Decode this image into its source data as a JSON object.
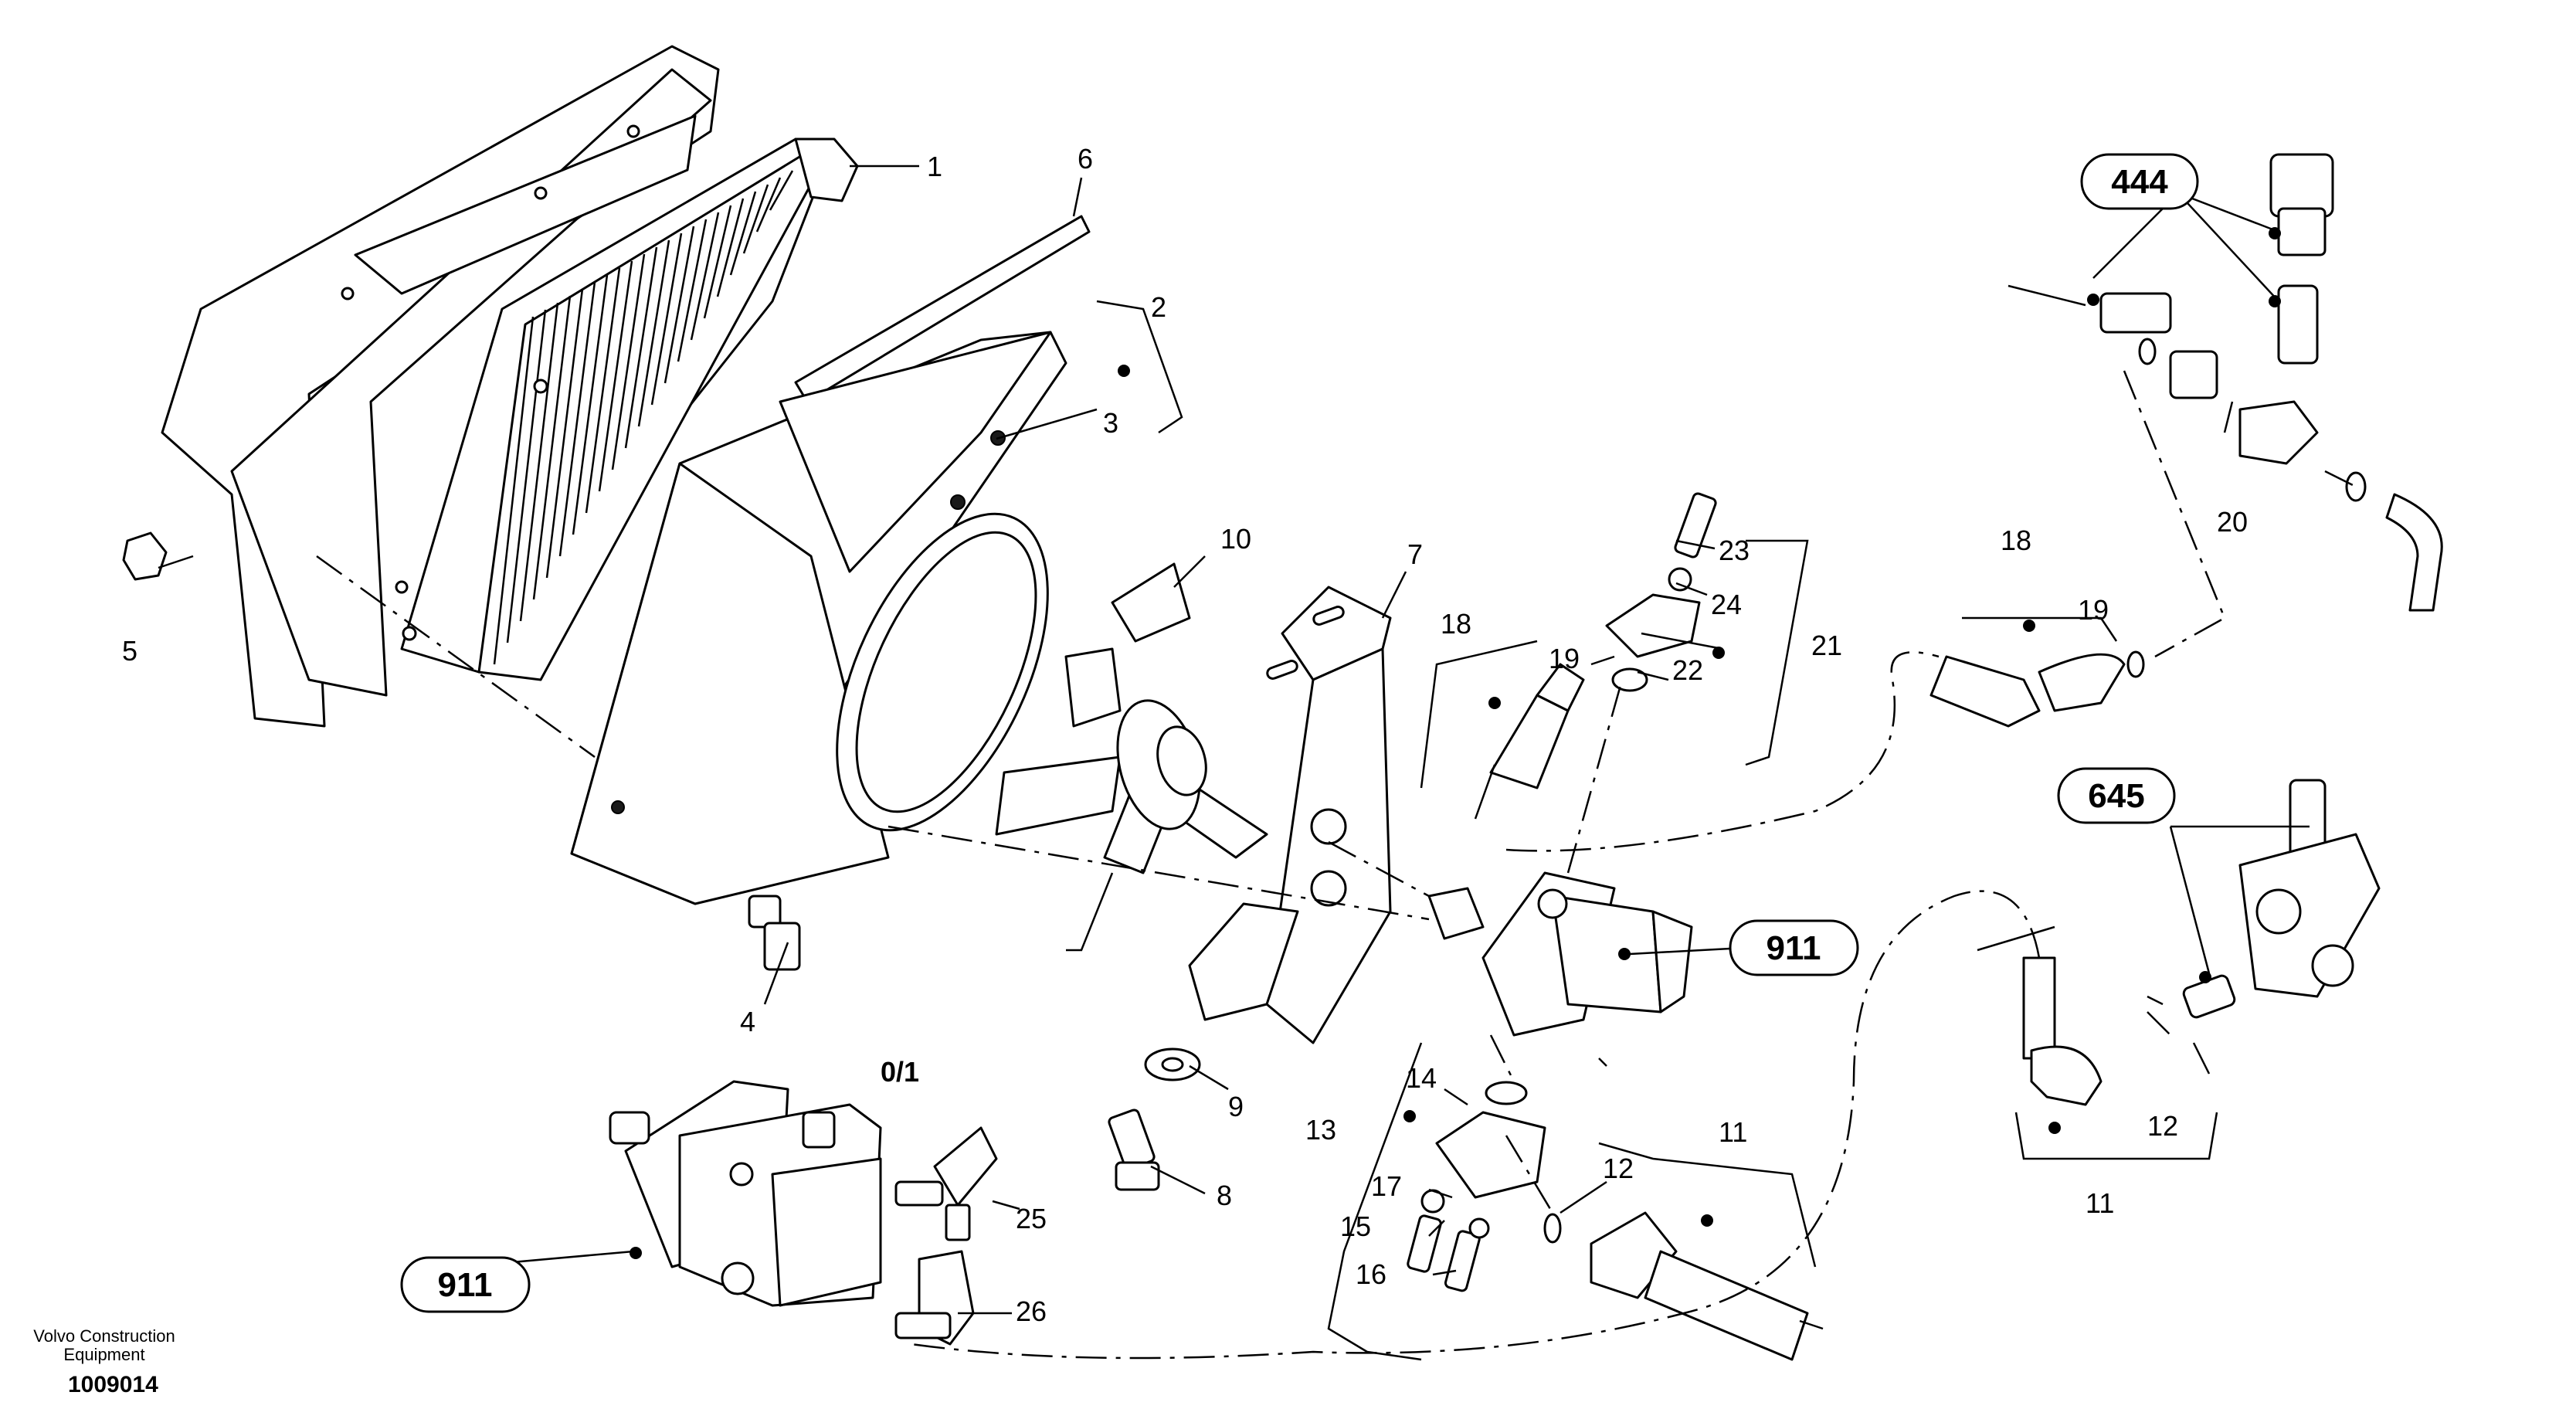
{
  "labels": {
    "p1": "1",
    "p2": "2",
    "p3": "3",
    "p4": "4",
    "p5": "5",
    "p6": "6",
    "p7": "7",
    "p8": "8",
    "p9": "9",
    "p10": "10",
    "p11a": "11",
    "p11b": "11",
    "p12a": "12",
    "p12b": "12",
    "p13": "13",
    "p14": "14",
    "p15": "15",
    "p16": "16",
    "p17": "17",
    "p18a": "18",
    "p18b": "18",
    "p19a": "19",
    "p19b": "19",
    "p20": "20",
    "p21": "21",
    "p22": "22",
    "p23": "23",
    "p24": "24",
    "p25": "25",
    "p26": "26"
  },
  "refs": {
    "r444": "444",
    "r645": "645",
    "r911a": "911",
    "r911b": "911"
  },
  "variant": "0/1",
  "footer": {
    "company_line1": "Volvo Construction",
    "company_line2": "Equipment",
    "drawing_id": "1009014"
  },
  "colors": {
    "line": "#000000",
    "background": "#ffffff"
  }
}
